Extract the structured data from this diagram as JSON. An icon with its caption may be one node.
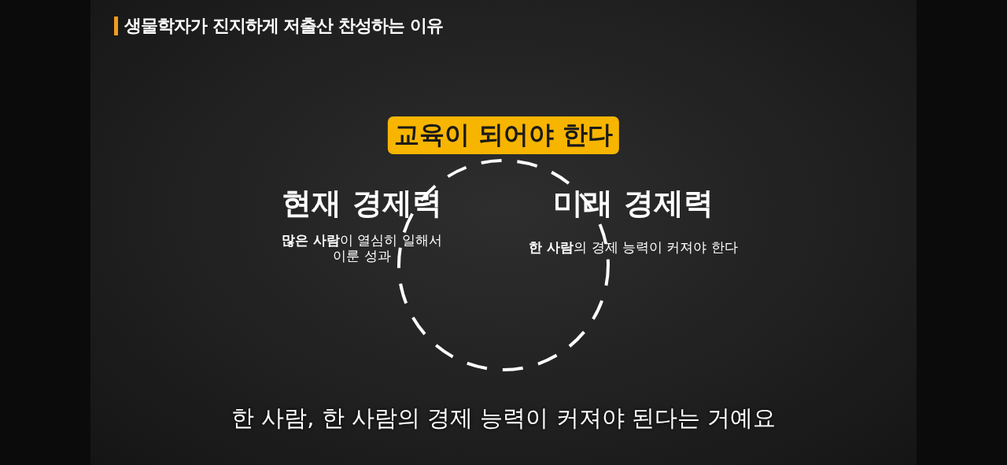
{
  "diagram": {
    "title": "생물학자가 진지하게 저출산 찬성하는 이유",
    "caption": "한 사람, 한 사람의 경제 능력이 커져야 된다는 거예요",
    "nodes": [
      {
        "text": [
          "교육이 되어야 한다"
        ]
      },
      {
        "text": [],
        "shape": "circle"
      }
    ],
    "labels": [
      "현재 경제력",
      "**많은 사람**이 열심히 일해서 이룬 성과",
      "미래 경제력",
      "**한 사람**의 경제 능력이 커져야 한다"
    ]
  }
}
